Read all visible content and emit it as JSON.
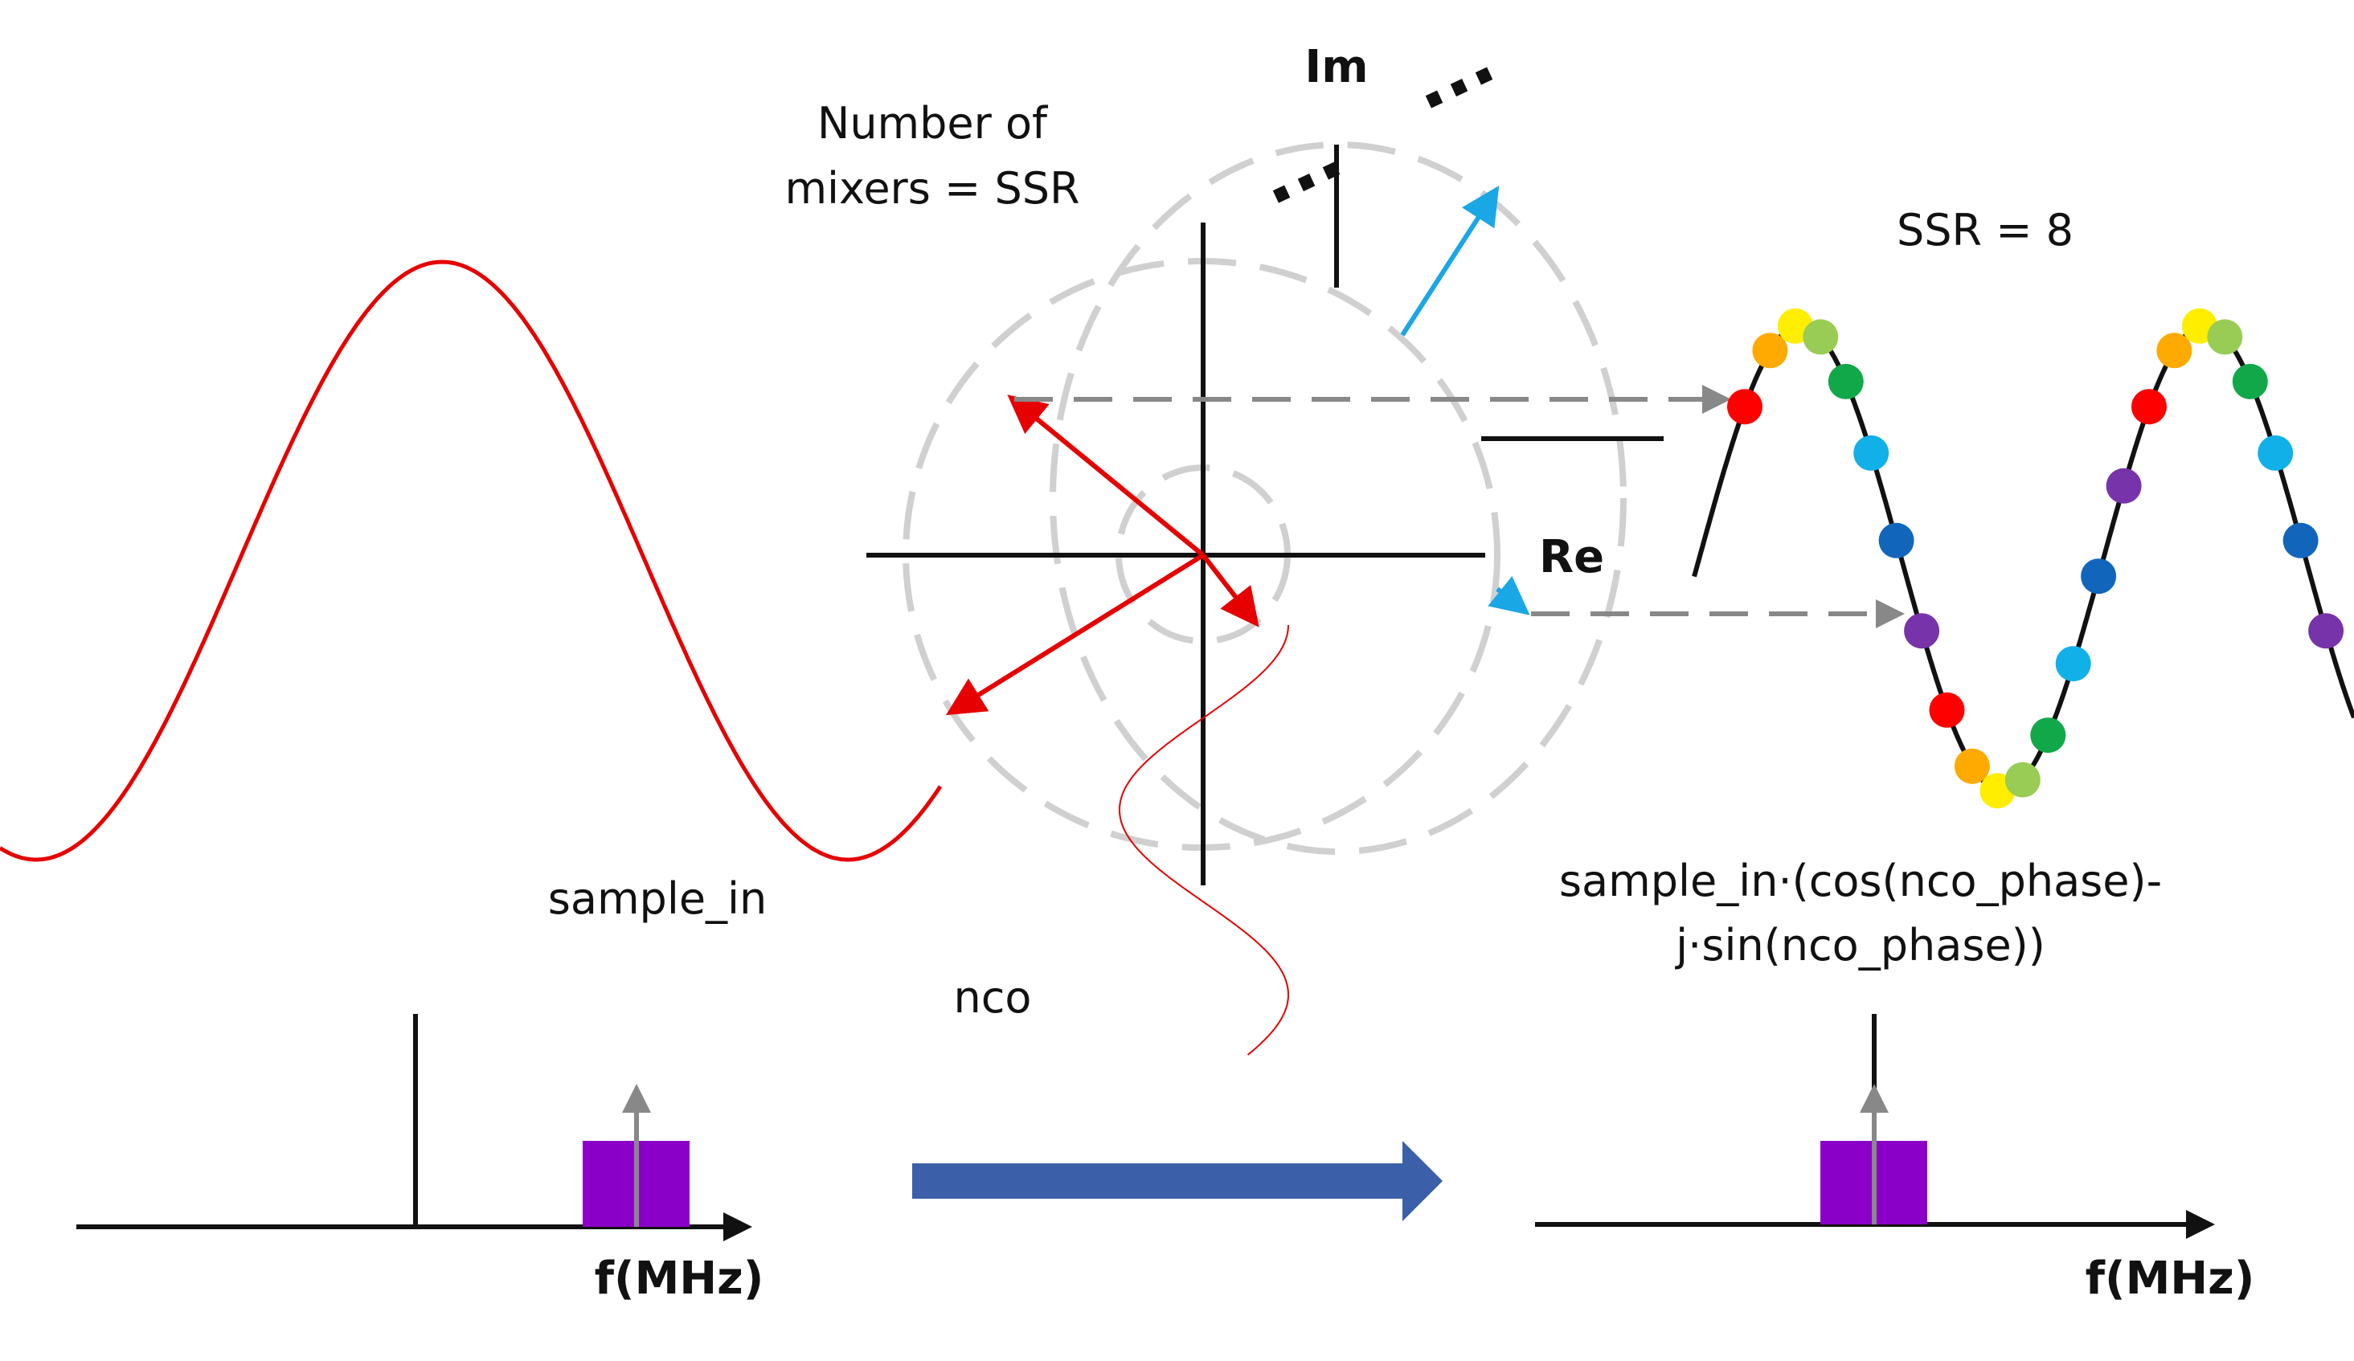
{
  "labels": {
    "mixers_line1": "Number of",
    "mixers_line2": "mixers = SSR",
    "ssr": "SSR = 8",
    "im": "Im",
    "re": "Re",
    "ellipsis_top": "⋅⋅⋅",
    "ellipsis_left": "⋅⋅⋅",
    "sample_in": "sample_in",
    "nco": "nco",
    "output_line1": "sample_in·(cos(nco_phase)-",
    "output_line2": "j·sin(nco_phase))",
    "freq_left": "f(MHz)",
    "freq_right": "f(MHz)"
  },
  "colors": {
    "sample_wave": "#e60000",
    "vectors": "#e60000",
    "blue_vector": "#1aa7e6",
    "dashed_circles": "#d0d0d0",
    "dashed_arrows": "#888888",
    "spectrum_block": "#8b00c9",
    "big_arrow": "#3b5fa8",
    "mixed_wave": "#111111"
  },
  "sample_palette": [
    "#ff0000",
    "#ffaa00",
    "#ffee00",
    "#99cc55",
    "#11a84a",
    "#11b0e8",
    "#1166bb",
    "#7733aa"
  ]
}
